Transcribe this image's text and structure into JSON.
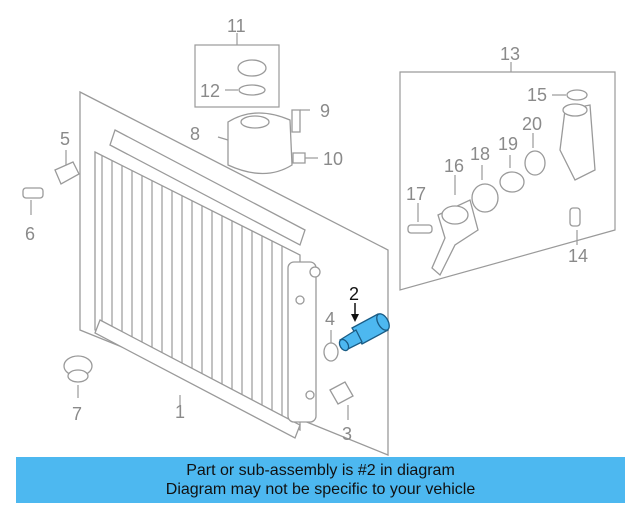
{
  "callouts": {
    "c1": "1",
    "c2": "2",
    "c3": "3",
    "c4": "4",
    "c5": "5",
    "c6": "6",
    "c7": "7",
    "c8": "8",
    "c9": "9",
    "c10": "10",
    "c11": "11",
    "c12": "12",
    "c13": "13",
    "c14": "14",
    "c15": "15",
    "c16": "16",
    "c17": "17",
    "c18": "18",
    "c19": "19",
    "c20": "20"
  },
  "highlight_part": "2",
  "colors": {
    "highlight": "#4db8f0",
    "lines": "#9a9a9a",
    "banner": "#4db8f0"
  },
  "banner": {
    "line1": "Part or sub-assembly is #2 in diagram",
    "line2": "Diagram may not be specific to your vehicle"
  }
}
